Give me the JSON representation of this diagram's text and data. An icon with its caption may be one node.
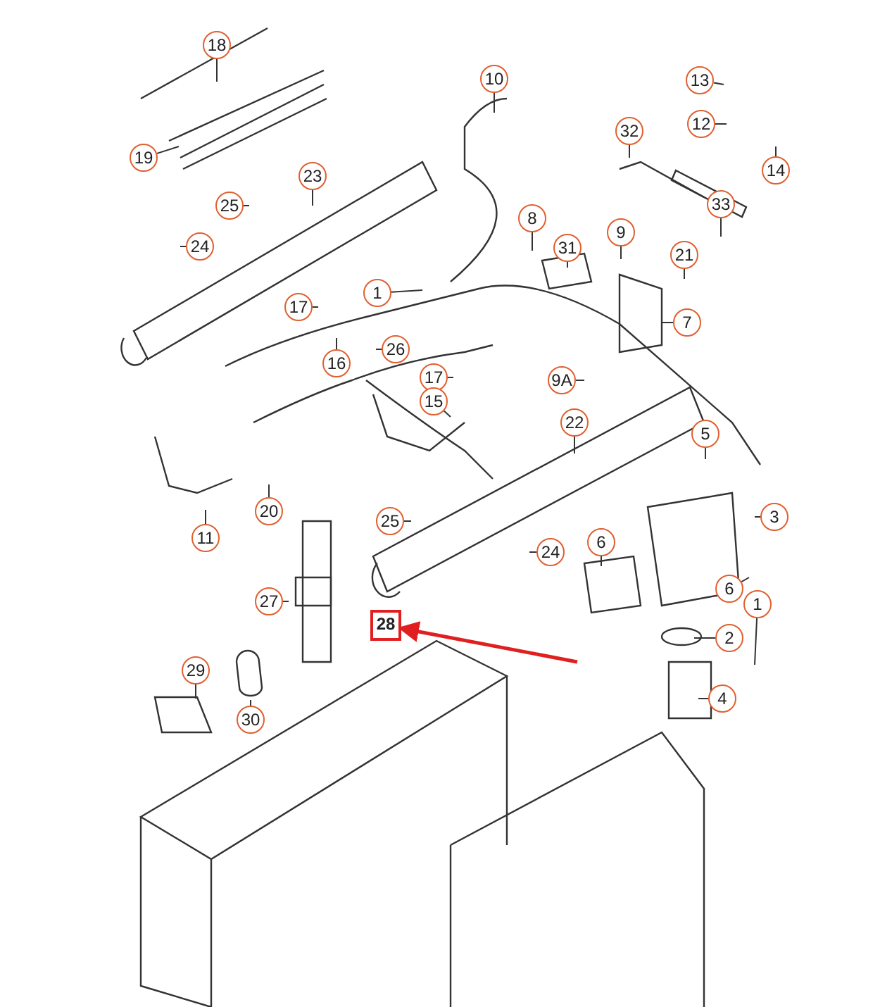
{
  "diagram": {
    "nodes": [
      {
        "text": [
          "18"
        ]
      },
      {
        "text": [
          "10"
        ]
      },
      {
        "text": [
          "13"
        ]
      },
      {
        "text": [
          "12"
        ]
      },
      {
        "text": [
          "14"
        ]
      },
      {
        "text": [
          "32"
        ]
      },
      {
        "text": [
          "19"
        ]
      },
      {
        "text": [
          "23"
        ]
      },
      {
        "text": [
          "25"
        ]
      },
      {
        "text": [
          "33"
        ]
      },
      {
        "text": [
          "8"
        ]
      },
      {
        "text": [
          "9"
        ]
      },
      {
        "text": [
          "24"
        ]
      },
      {
        "text": [
          "31"
        ]
      },
      {
        "text": [
          "21"
        ]
      },
      {
        "text": [
          "1"
        ]
      },
      {
        "text": [
          "17"
        ]
      },
      {
        "text": [
          "7"
        ]
      },
      {
        "text": [
          "26"
        ]
      },
      {
        "text": [
          "16"
        ]
      },
      {
        "text": [
          "17"
        ]
      },
      {
        "text": [
          "9A"
        ]
      },
      {
        "text": [
          "15"
        ]
      },
      {
        "text": [
          "22"
        ]
      },
      {
        "text": [
          "5"
        ]
      },
      {
        "text": [
          "20"
        ]
      },
      {
        "text": [
          "25"
        ]
      },
      {
        "text": [
          "3"
        ]
      },
      {
        "text": [
          "11"
        ]
      },
      {
        "text": [
          "6"
        ]
      },
      {
        "text": [
          "24"
        ]
      },
      {
        "text": [
          "6"
        ]
      },
      {
        "text": [
          "1"
        ]
      },
      {
        "text": [
          "27"
        ]
      },
      {
        "text": [
          "28"
        ]
      },
      {
        "text": [
          "2"
        ]
      },
      {
        "text": [
          "29"
        ]
      },
      {
        "text": [
          "4"
        ]
      },
      {
        "text": [
          "30"
        ]
      }
    ],
    "edges": [
      {
        "from": 0,
        "to": null,
        "arrow": "none"
      },
      {
        "from": 1,
        "to": null,
        "arrow": "none"
      },
      {
        "from": 2,
        "to": null,
        "arrow": "none"
      },
      {
        "from": 3,
        "to": null,
        "arrow": "none"
      },
      {
        "from": 4,
        "to": null,
        "arrow": "none"
      },
      {
        "from": 5,
        "to": null,
        "arrow": "none"
      },
      {
        "from": 6,
        "to": null,
        "arrow": "none"
      },
      {
        "from": 7,
        "to": null,
        "arrow": "none"
      },
      {
        "from": 8,
        "to": null,
        "arrow": "none"
      },
      {
        "from": 9,
        "to": null,
        "arrow": "none"
      },
      {
        "from": 10,
        "to": null,
        "arrow": "none"
      },
      {
        "from": 11,
        "to": null,
        "arrow": "none"
      },
      {
        "from": 12,
        "to": null,
        "arrow": "none"
      },
      {
        "from": 13,
        "to": null,
        "arrow": "none"
      },
      {
        "from": 14,
        "to": null,
        "arrow": "none"
      },
      {
        "from": 15,
        "to": null,
        "arrow": "none"
      },
      {
        "from": 16,
        "to": null,
        "arrow": "none"
      },
      {
        "from": 17,
        "to": null,
        "arrow": "none"
      },
      {
        "from": 18,
        "to": null,
        "arrow": "none"
      },
      {
        "from": 19,
        "to": null,
        "arrow": "none"
      },
      {
        "from": 20,
        "to": null,
        "arrow": "none"
      },
      {
        "from": 21,
        "to": null,
        "arrow": "none"
      },
      {
        "from": 22,
        "to": null,
        "arrow": "none"
      },
      {
        "from": 23,
        "to": null,
        "arrow": "none"
      },
      {
        "from": 24,
        "to": null,
        "arrow": "none"
      },
      {
        "from": 25,
        "to": null,
        "arrow": "none"
      },
      {
        "from": 26,
        "to": null,
        "arrow": "none"
      },
      {
        "from": 27,
        "to": null,
        "arrow": "none"
      },
      {
        "from": 28,
        "to": null,
        "arrow": "none"
      },
      {
        "from": 29,
        "to": null,
        "arrow": "none"
      },
      {
        "from": 30,
        "to": null,
        "arrow": "none"
      },
      {
        "from": 31,
        "to": null,
        "arrow": "none"
      },
      {
        "from": 32,
        "to": null,
        "arrow": "none"
      },
      {
        "from": 33,
        "to": null,
        "arrow": "none"
      },
      {
        "from": 35,
        "to": null,
        "arrow": "none"
      },
      {
        "from": 36,
        "to": null,
        "arrow": "none"
      },
      {
        "from": 37,
        "to": null,
        "arrow": "none"
      },
      {
        "from": 38,
        "to": null,
        "arrow": "none"
      },
      {
        "from": null,
        "to": 34,
        "arrow": "to",
        "style": "thick",
        "color": "#e02020"
      }
    ]
  }
}
